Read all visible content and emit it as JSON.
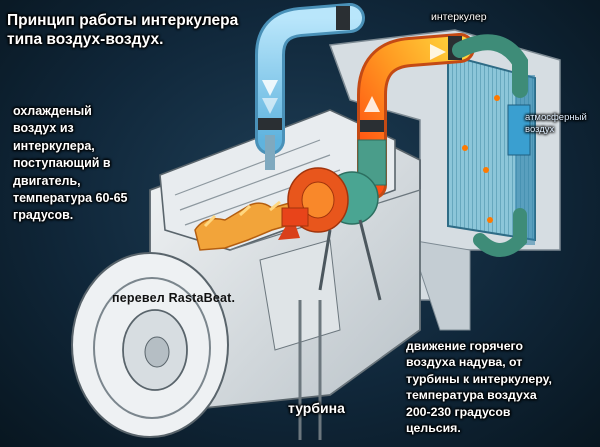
{
  "title": "Принцип работы интеркулера\nтипа воздух-воздух.",
  "labels": {
    "intercooler": "интеркулер",
    "atmospheric_air": "атмосферный\nвоздух",
    "cooled_air": "охлажденый\nвоздух из\nинтеркулера,\nпоступающий в\nдвигатель,\nтемпература 60-65\nградусов.",
    "translator": "перевел  RastaBeat.",
    "hot_air": "движение горячего\nвоздуха надува, от\nтурбины к интеркулеру,\nтемпература воздуха\n200-230 градусов\nцельсия.",
    "turbine": "турбина"
  },
  "colors": {
    "cold_pipe": "#7fc8ec",
    "hot_pipe": "#f06020",
    "hot_pipe_light": "#ffd23a",
    "turbine_green": "#4a9d8a",
    "intercooler_core": "#6fb6cf",
    "background": "#10273a"
  }
}
